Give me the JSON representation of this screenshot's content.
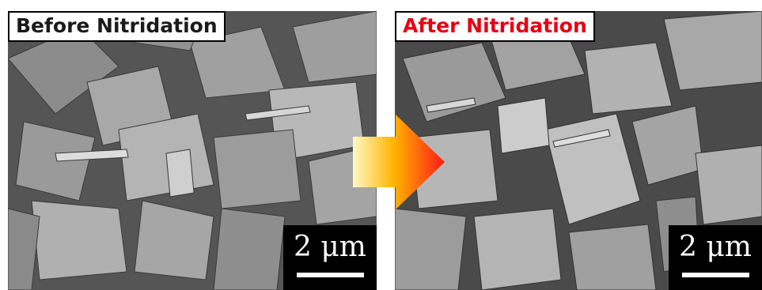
{
  "panels": {
    "before": {
      "label": "Before Nitridation",
      "label_color": "#1a1a1a",
      "scale_value": "2 μm"
    },
    "after": {
      "label": "After Nitridation",
      "label_color": "#e60012",
      "scale_value": "2 μm"
    }
  },
  "arrow": {
    "icon": "right-arrow-icon",
    "gradient_start": "#fff9c4",
    "gradient_mid": "#ffb300",
    "gradient_end": "#ff1a1a"
  }
}
